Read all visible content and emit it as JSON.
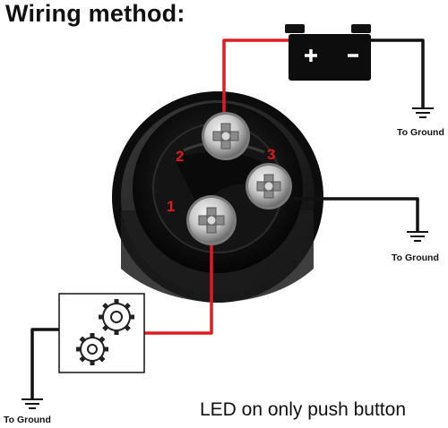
{
  "title": "Wiring method:",
  "caption": "LED on only push button",
  "ground_labels": [
    "To Ground",
    "To Ground",
    "To Ground"
  ],
  "pins": [
    "1",
    "2",
    "3"
  ],
  "battery": {
    "plus": "+",
    "minus": "−"
  },
  "icons": {
    "battery": "battery-icon",
    "load": "gears-icon",
    "ground": "ground-symbol-icon"
  },
  "colors": {
    "positive_wire": "#e01b24",
    "negative_wire": "#111111",
    "pin_label": "#d81b1b"
  }
}
